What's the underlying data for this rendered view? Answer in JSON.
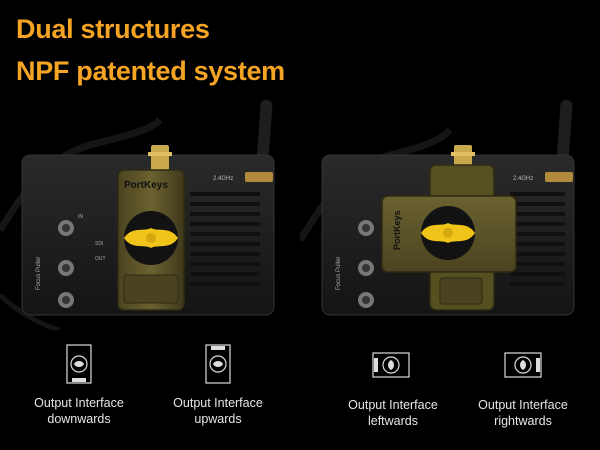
{
  "headline": {
    "line1": "Dual structures",
    "line2": "NPF patented system",
    "color": "#f5a423"
  },
  "photos": {
    "left": {
      "brand_text": "PortKeys",
      "freq_text": "2.4GHz",
      "side_label": "Focus Puller",
      "port_labels": [
        "IN",
        "SDI",
        "OUT"
      ],
      "description": "device with receiver mounted vertically"
    },
    "right": {
      "brand_text": "PortKeys",
      "freq_text": "2.4GHz",
      "side_label": "Focus Puller",
      "description": "device with receiver mounted horizontally"
    }
  },
  "options": [
    {
      "icon": "output-down-icon",
      "line1": "Output Interface",
      "line2": "downwards"
    },
    {
      "icon": "output-up-icon",
      "line1": "Output Interface",
      "line2": "upwards"
    },
    {
      "icon": "output-left-icon",
      "line1": "Output Interface",
      "line2": "leftwards"
    },
    {
      "icon": "output-right-icon",
      "line1": "Output Interface",
      "line2": "rightwards"
    }
  ],
  "colors": {
    "accent_yellow": "#f0c419",
    "module_olive": "#5c5426",
    "device_dark": "#1c1c1c"
  }
}
